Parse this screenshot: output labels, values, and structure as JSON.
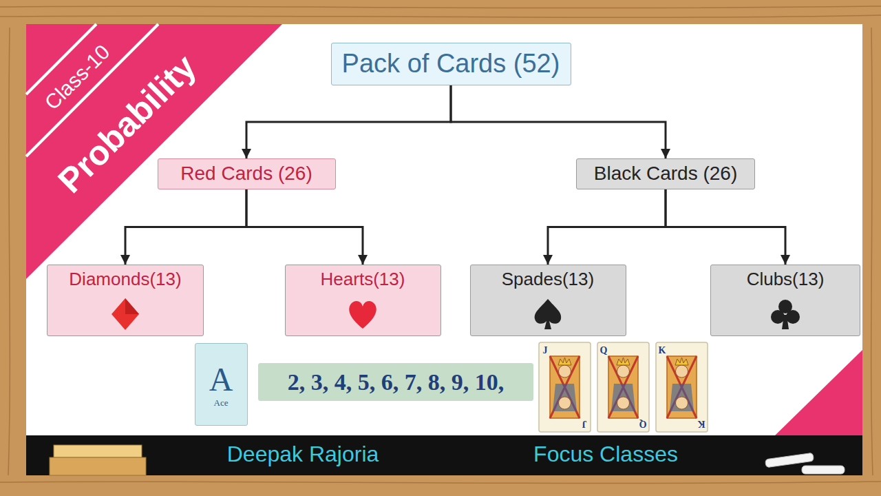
{
  "diagram": {
    "nodes": [
      {
        "text": [
          "Pack of Cards (52)"
        ]
      },
      {
        "text": [
          "Red Cards (26)"
        ]
      },
      {
        "text": [
          "Black Cards (26)"
        ]
      },
      {
        "text": [
          "Diamonds(13)"
        ]
      },
      {
        "text": [
          "Hearts(13)"
        ]
      },
      {
        "text": [
          "Spades(13)"
        ]
      },
      {
        "text": [
          "Clubs(13)"
        ]
      },
      {
        "text": [
          "A",
          "Ace"
        ]
      },
      {
        "text": [
          "2, 3, 4, 5, 6, 7, 8, 9, 10,"
        ]
      }
    ],
    "edges": [
      {
        "from": 0,
        "to": 1,
        "arrow": "to"
      },
      {
        "from": 0,
        "to": 2,
        "arrow": "to"
      },
      {
        "from": 1,
        "to": 3,
        "arrow": "to"
      },
      {
        "from": 1,
        "to": 4,
        "arrow": "to"
      },
      {
        "from": 2,
        "to": 5,
        "arrow": "to"
      },
      {
        "from": 2,
        "to": 6,
        "arrow": "to"
      }
    ],
    "labels": [
      "Class-10",
      "Probability",
      "J",
      "J",
      "Q",
      "Q",
      "K",
      "K",
      "Deepak Rajoria",
      "Focus Classes"
    ]
  }
}
